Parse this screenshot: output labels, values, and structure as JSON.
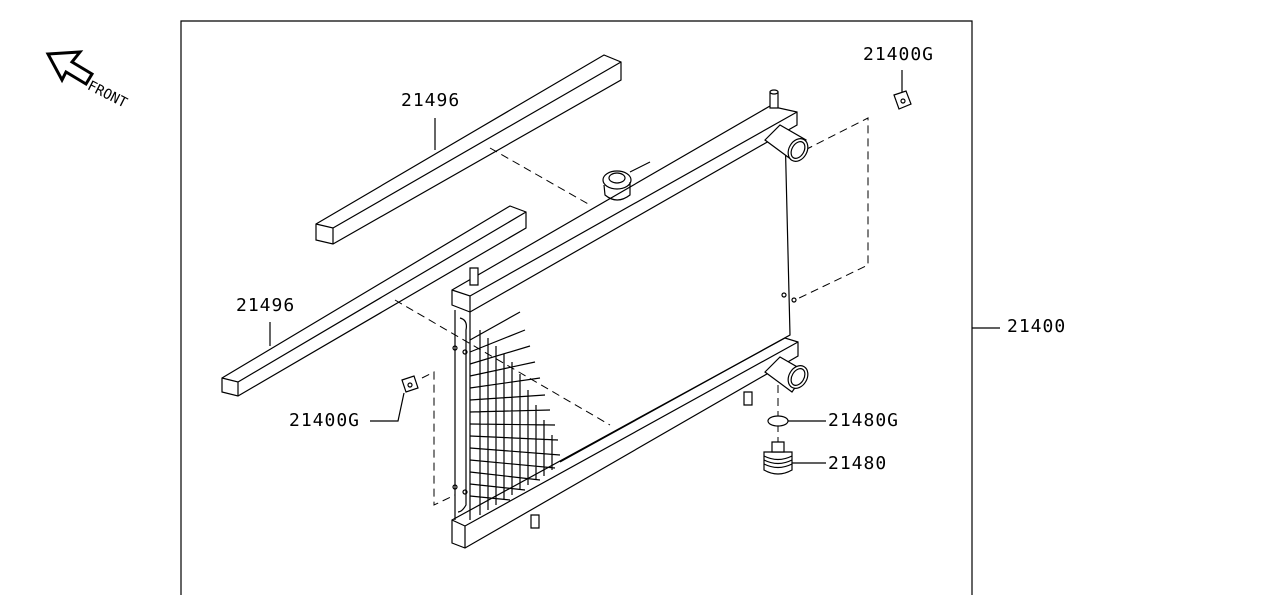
{
  "diagram": {
    "orientation_label": "FRONT",
    "parts": [
      {
        "id": "radiator",
        "label": "21400"
      },
      {
        "id": "upper-cushion",
        "label": "21496"
      },
      {
        "id": "lower-cushion",
        "label": "21496"
      },
      {
        "id": "upper-bracket",
        "label": "21400G"
      },
      {
        "id": "lower-bracket",
        "label": "21400G"
      },
      {
        "id": "drain-gasket",
        "label": "21480G"
      },
      {
        "id": "drain-plug",
        "label": "21480"
      }
    ]
  }
}
